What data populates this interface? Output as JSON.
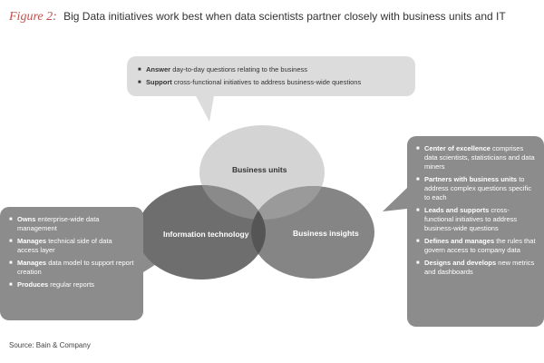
{
  "figure": {
    "label": "Figure 2:",
    "title": "Big Data initiatives work best when data scientists partner closely with business units and IT"
  },
  "venn": {
    "circles": [
      {
        "label": "Business units",
        "color": "#d4d4d4"
      },
      {
        "label": "Information technology",
        "color": "#6e6e6e"
      },
      {
        "label": "Business insights",
        "color": "#858585"
      }
    ]
  },
  "callouts": {
    "top": [
      {
        "bold": "Answer",
        "text": "day-to-day questions relating to the business"
      },
      {
        "bold": "Support",
        "text": "cross-functional initiatives to address business-wide questions"
      }
    ],
    "left": [
      {
        "bold": "Owns",
        "text": "enterprise-wide data management"
      },
      {
        "bold": "Manages",
        "text": "technical side of data access layer"
      },
      {
        "bold": "Manages",
        "text": "data model to support report creation"
      },
      {
        "bold": "Produces",
        "text": "regular reports"
      }
    ],
    "right": [
      {
        "bold": "Center of excellence",
        "text": "comprises data scientists, statisticians and data miners"
      },
      {
        "bold": "Partners with business units",
        "text": "to address complex questions specific to each"
      },
      {
        "bold": "Leads and supports",
        "text": "cross-functional initiatives to address business-wide questions"
      },
      {
        "bold": "Defines and manages",
        "text": "the rules that govern access to company data"
      },
      {
        "bold": "Designs and develops",
        "text": "new metrics and dashboards"
      }
    ]
  },
  "source": "Source: Bain & Company"
}
